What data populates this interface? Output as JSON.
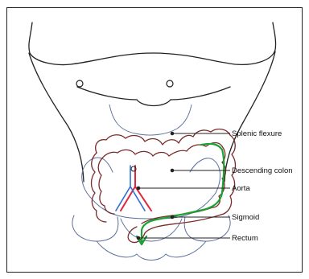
{
  "labels": {
    "splenic_flexure": "Splenic flexure",
    "descending_colon": "Descending colon",
    "aorta": "Aorta",
    "sigmoid": "Sigmoid",
    "rectum": "Rectum"
  },
  "colors": {
    "outline": "#222222",
    "colon": "#7a2a2a",
    "pelvis": "#5a6f9a",
    "aorta_red": "#e0283c",
    "vessel_blue": "#2f6fd6",
    "path_green": "#1aa332"
  }
}
